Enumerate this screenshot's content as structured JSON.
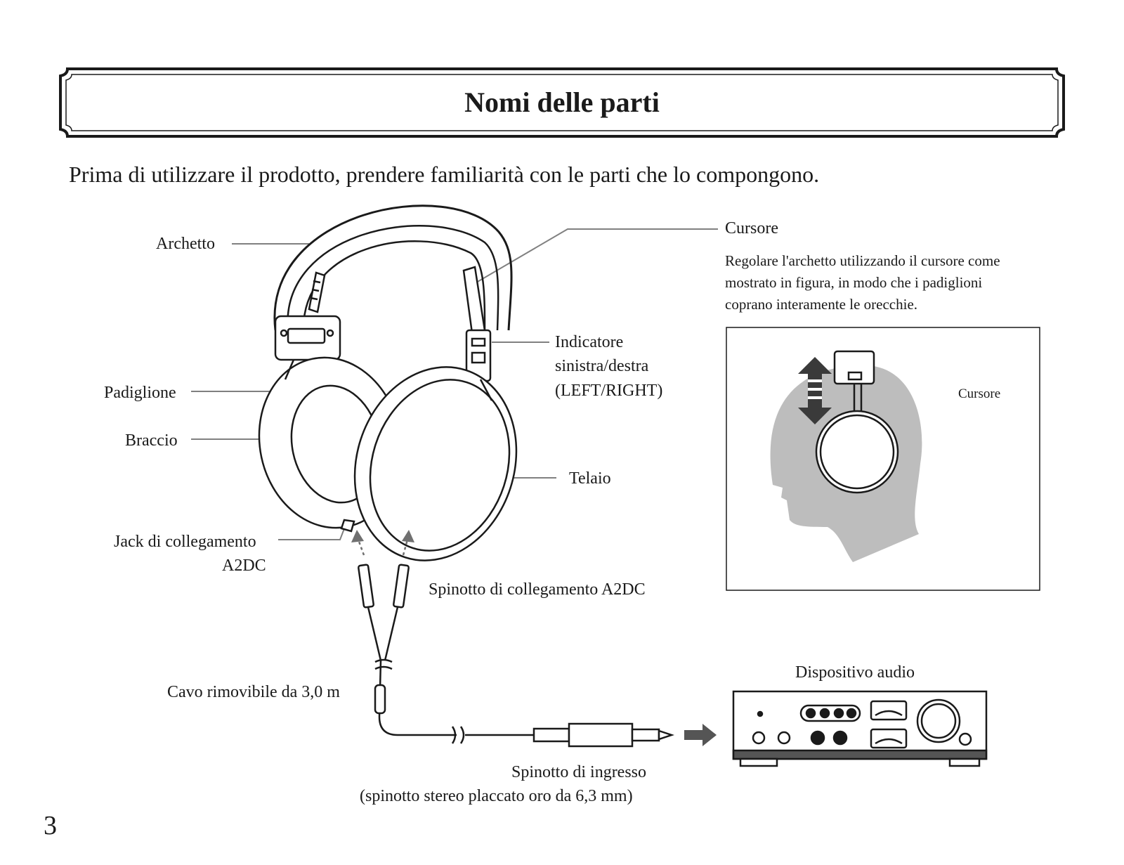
{
  "page": {
    "title": "Nomi delle parti",
    "intro": "Prima di utilizzare il prodotto, prendere familiarità con le parti che lo compongono.",
    "page_number": "3"
  },
  "labels": {
    "archetto": "Archetto",
    "padiglione": "Padiglione",
    "braccio": "Braccio",
    "jack_line1": "Jack di collegamento",
    "jack_line2": "A2DC",
    "indicatore_line1": "Indicatore",
    "indicatore_line2": "sinistra/destra",
    "indicatore_line3": "(LEFT/RIGHT)",
    "telaio": "Telaio",
    "cursore": "Cursore",
    "spinotto_a2dc": "Spinotto di collegamento A2DC",
    "cavo": "Cavo rimovibile da 3,0 m",
    "spinotto_ingresso_line1": "Spinotto di ingresso",
    "spinotto_ingresso_line2": "(spinotto stereo placcato oro da 6,3 mm)",
    "dispositivo_audio": "Dispositivo audio"
  },
  "cursor_note": {
    "line1": "Regolare l'archetto utilizzando il cursore come",
    "line2": "mostrato in figura, in modo che i padiglioni",
    "line3": "coprano interamente le orecchie.",
    "inset_label": "Cursore"
  },
  "colors": {
    "ink": "#1a1a1a",
    "leader": "#808080",
    "head_gray": "#bdbdbd",
    "arrow_gray": "#3a3a3a"
  }
}
